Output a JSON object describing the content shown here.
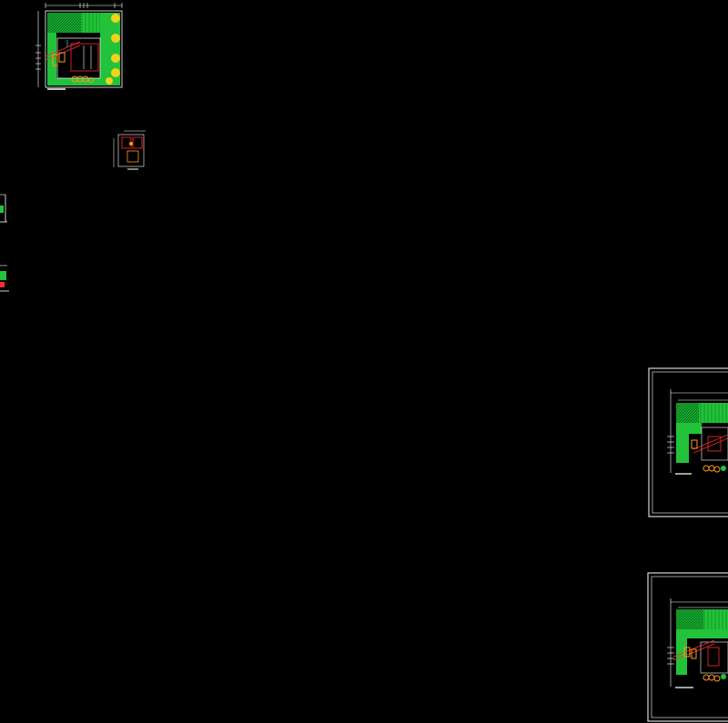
{
  "workspace": {
    "background": "#000000",
    "colors": {
      "line": "#ffffff",
      "grass": "#22c33a",
      "grass_dark": "#0a7a1e",
      "hatch": "#16a02c",
      "wall": "#ff2d2d",
      "furniture": "#ff9a1a",
      "tree": "#f2d21a",
      "accent_cyan": "#18c8e0",
      "accent_blue": "#2a5cff"
    },
    "sheets": [
      {
        "id": "site-plan-small",
        "kind": "site-plan",
        "frame": false
      },
      {
        "id": "floor-plan-mini",
        "kind": "floor-plan",
        "frame": false
      },
      {
        "id": "edge-fragment-a",
        "kind": "fragment",
        "frame": false
      },
      {
        "id": "edge-fragment-b",
        "kind": "fragment",
        "frame": false
      },
      {
        "id": "sheet-frame-upper",
        "kind": "site-plan",
        "frame": true
      },
      {
        "id": "sheet-frame-lower",
        "kind": "site-plan",
        "frame": true
      }
    ]
  }
}
